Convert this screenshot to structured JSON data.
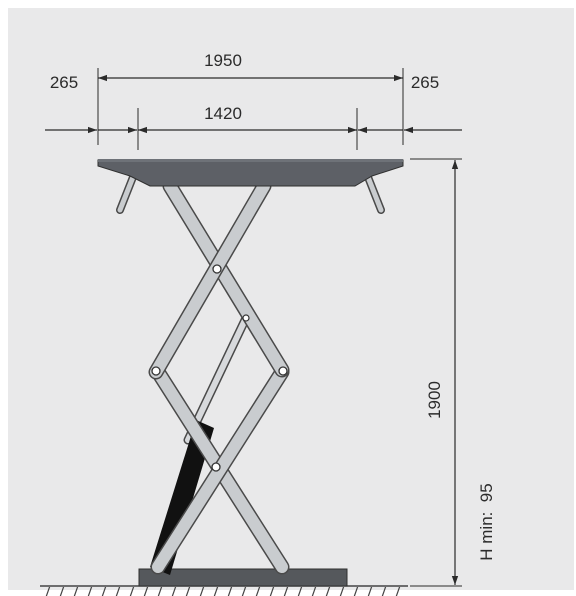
{
  "dimensions": {
    "overall_width": "1950",
    "left_overhang": "265",
    "right_overhang": "265",
    "inner_width": "1420",
    "max_height": "1900",
    "min_height_label": "H min:  95"
  },
  "colors": {
    "background": "#e9e9ea",
    "steel": "#c9cccf",
    "steel_edge": "#4a4a4a",
    "platform": "#5d6066",
    "base": "#55585c",
    "cylinder": "#111111",
    "dimension_line": "#2b2b2b"
  }
}
